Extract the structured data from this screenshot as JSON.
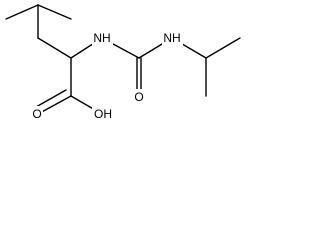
{
  "molecule": {
    "atoms": [
      {
        "id": "a-nh-left",
        "label": "NH"
      },
      {
        "id": "a-nh-right",
        "label": "NH"
      },
      {
        "id": "a-o-carbonyl",
        "label": "O"
      },
      {
        "id": "a-o-acid",
        "label": "O"
      },
      {
        "id": "a-oh",
        "label": "OH"
      }
    ]
  }
}
